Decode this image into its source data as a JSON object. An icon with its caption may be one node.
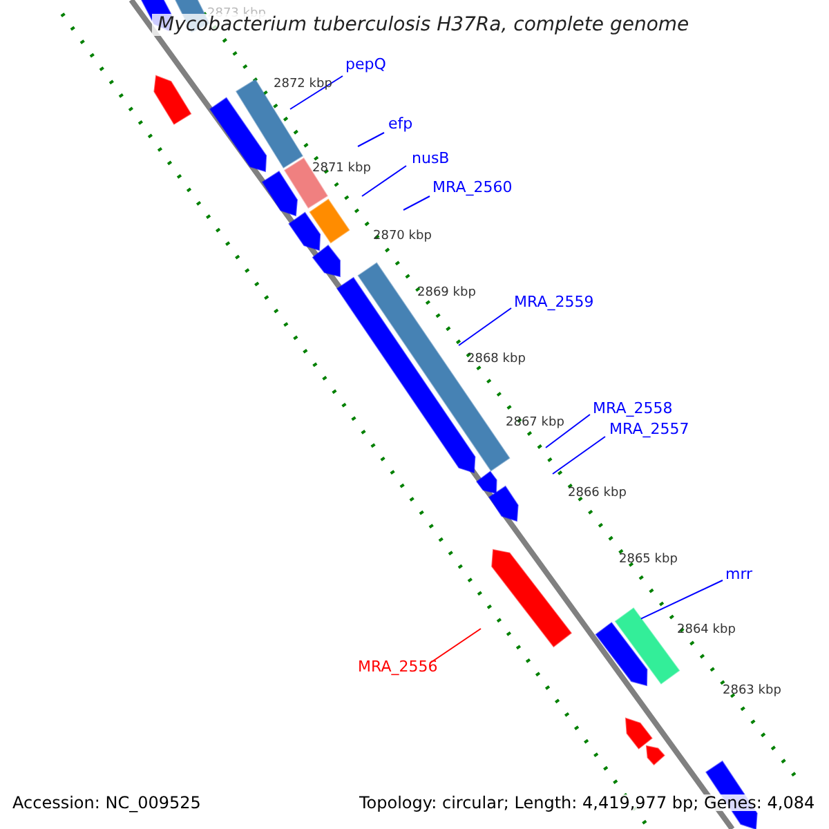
{
  "diagram": {
    "title": "Mycobacterium tuberculosis H37Ra, complete genome",
    "nodes": [
      {
        "text": [
          "pepQ"
        ]
      },
      {
        "text": [
          "efp"
        ]
      },
      {
        "text": [
          "nusB"
        ]
      },
      {
        "text": [
          "MRA_2560"
        ]
      },
      {
        "text": [
          "MRA_2559"
        ]
      },
      {
        "text": [
          "MRA_2558"
        ]
      },
      {
        "text": [
          "MRA_2557"
        ]
      },
      {
        "text": [
          "mrr"
        ]
      },
      {
        "text": [
          "MRA_2556"
        ]
      },
      {
        "text": [],
        "shape": "bar"
      }
    ],
    "edges": [
      {
        "from": 0,
        "to": null,
        "arrow": "none"
      },
      {
        "from": 1,
        "to": null,
        "arrow": "none"
      },
      {
        "from": 2,
        "to": null,
        "arrow": "none"
      },
      {
        "from": 3,
        "to": null,
        "arrow": "none"
      },
      {
        "from": 4,
        "to": null,
        "arrow": "none"
      },
      {
        "from": 5,
        "to": null,
        "arrow": "none"
      },
      {
        "from": 6,
        "to": null,
        "arrow": "none"
      },
      {
        "from": 7,
        "to": 9,
        "arrow": "none"
      },
      {
        "from": 8,
        "to": null,
        "arrow": "none",
        "color": "#ff0000"
      }
    ],
    "labels": [
      "2873 kbp",
      "2872 kbp",
      "2871 kbp",
      "2870 kbp",
      "2869 kbp",
      "2868 kbp",
      "2867 kbp",
      "2866 kbp",
      "2865 kbp",
      "2864 kbp",
      "2863 kbp",
      "Accession: NC_009525",
      "Topology: circular; Length: 4,419,977 bp; Genes: 4,084"
    ]
  }
}
